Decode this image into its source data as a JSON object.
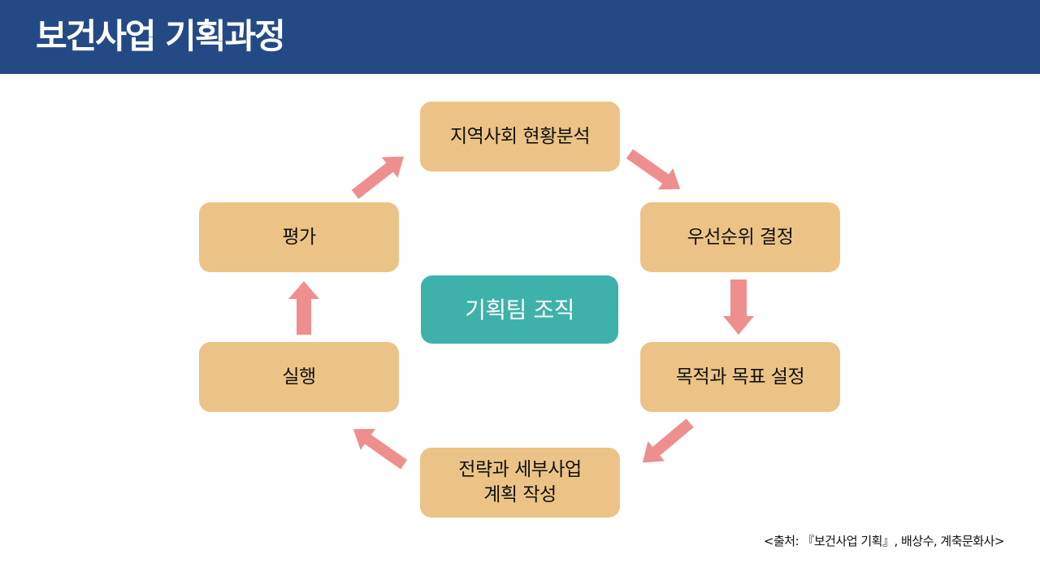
{
  "header": {
    "title": "보건사업 기획과정"
  },
  "diagram": {
    "center": {
      "label": "기획팀 조직",
      "color": "#3fb1ab"
    },
    "steps": [
      {
        "label": "지역사회 현황분석"
      },
      {
        "label": "우선순위 결정"
      },
      {
        "label": "목적과 목표 설정"
      },
      {
        "label": "전략과 세부사업\n계획 작성"
      },
      {
        "label": "실행"
      },
      {
        "label": "평가"
      }
    ],
    "step_color": "#ecc386",
    "arrow_color": "#ef8e8f",
    "arrow_icons": [
      "arrow-down-right-icon",
      "arrow-down-icon",
      "arrow-down-left-icon",
      "arrow-up-left-icon",
      "arrow-up-icon",
      "arrow-up-right-icon"
    ]
  },
  "footer": {
    "source": "<출처: 『보건사업 기획』, 배상수, 계축문화사>"
  },
  "theme": {
    "header_bg": "#244a86"
  }
}
